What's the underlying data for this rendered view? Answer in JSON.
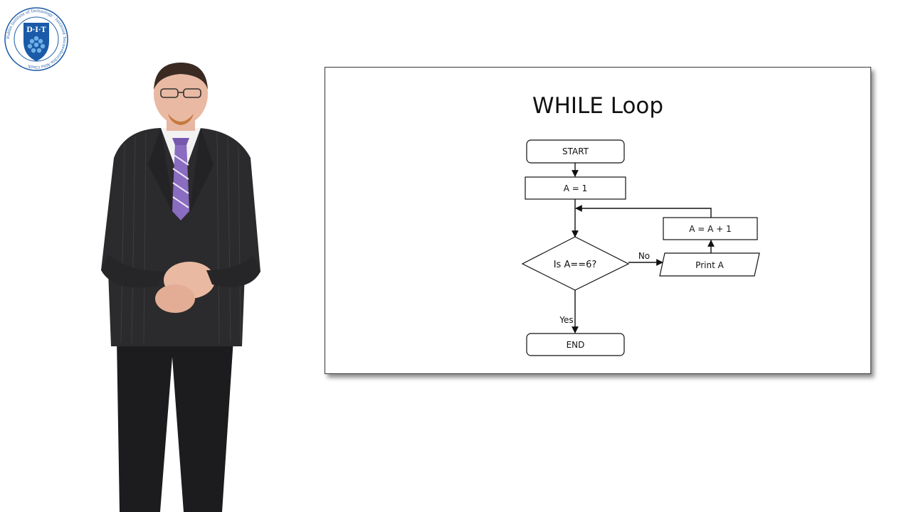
{
  "logo": {
    "initials": "D·I·T",
    "ring_text": "Dublin Institute of Technology · Institiúid Teicneolaíochta Átha Cliath",
    "brand_color": "#1a5aa8"
  },
  "slide": {
    "title": "WHILE Loop",
    "flowchart": {
      "start": "START",
      "init": "A = 1",
      "decision": "Is A==6?",
      "no_label": "No",
      "yes_label": "Yes",
      "output": "Print A",
      "increment": "A = A + 1",
      "end": "END"
    }
  },
  "colors": {
    "suit": "#2b2a2c",
    "tie": "#8a6cc0",
    "stroke": "#111111"
  }
}
